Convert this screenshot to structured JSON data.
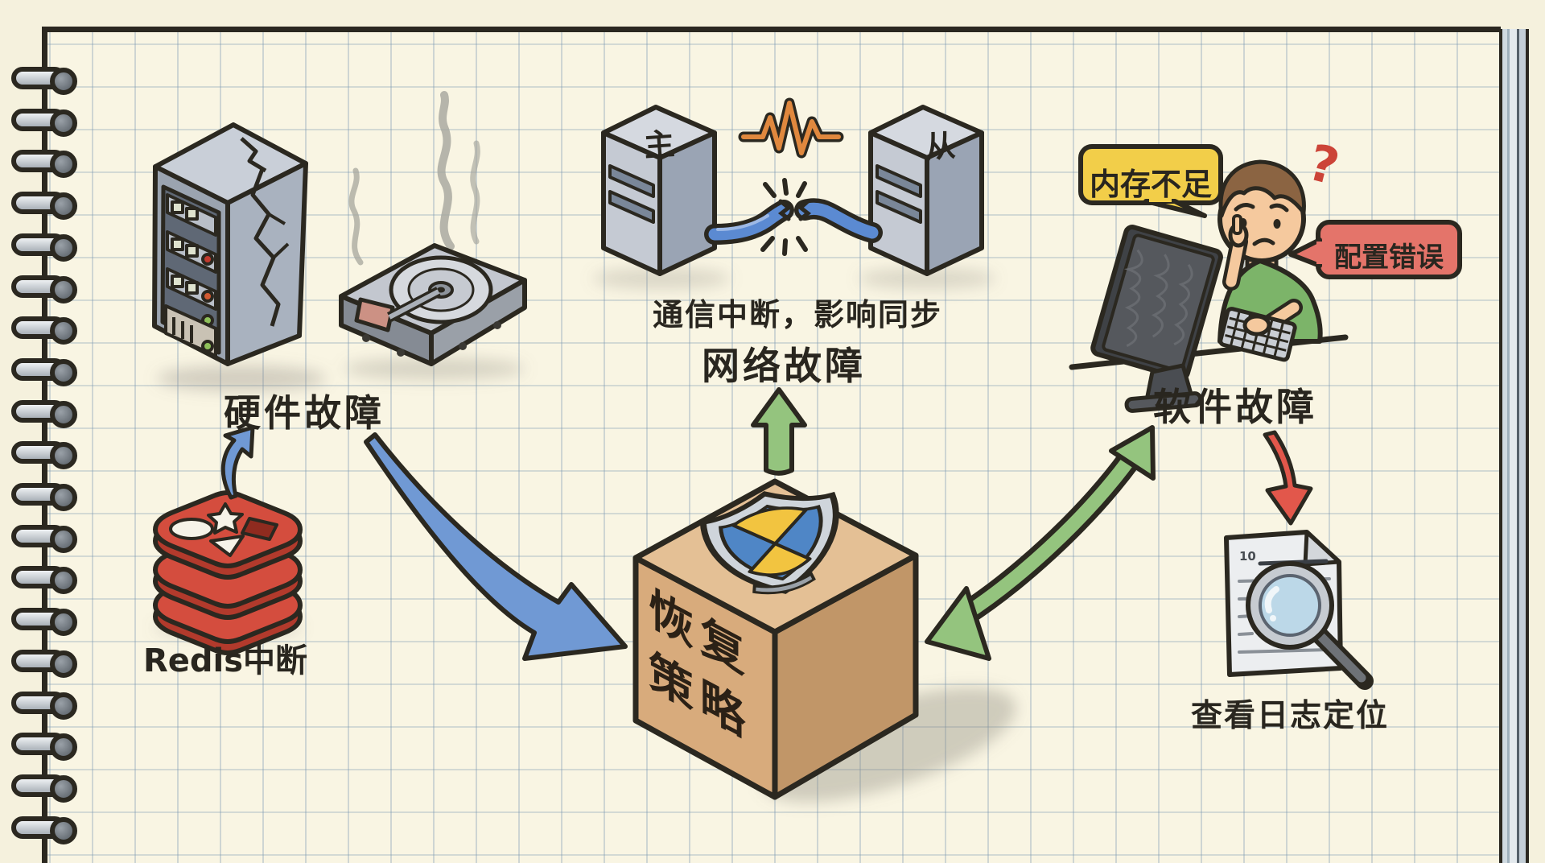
{
  "diagram": {
    "hardware": {
      "label": "硬件故障",
      "redis_label": "Redis中断"
    },
    "network": {
      "label": "网络故障",
      "description": "通信中断，影响同步",
      "master_label": "主",
      "slave_label": "从"
    },
    "software": {
      "label": "软件故障",
      "memory_bubble": "内存不足",
      "config_bubble": "配置错误",
      "question_mark": "?"
    },
    "logs": {
      "label": "查看日志定位",
      "doc_mark": "10"
    },
    "strategy": {
      "label_line1": "恢复",
      "label_line2": "策略"
    },
    "colors": {
      "paper": "#f9f5e3",
      "grid": "#7a98b2",
      "ink": "#2b2820",
      "arrow_blue": "#7099d4",
      "arrow_green": "#94c47e",
      "arrow_red": "#e2574b",
      "redis_red": "#d44d3e",
      "box_tan": "#d8ab7c",
      "shield_blue": "#4f86c6",
      "shield_yellow": "#f2c440",
      "bubble_yellow": "#f2ce49",
      "bubble_red": "#e4746a"
    }
  }
}
